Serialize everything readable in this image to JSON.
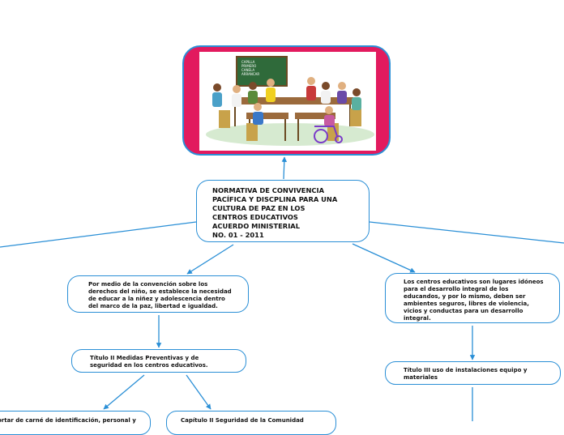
{
  "root": {
    "title": "NORMATIVA DE CONVIVENCIA\nPACÍFICA Y DISCPLINA PARA UNA\nCULTURA DE PAZ EN LOS\nCENTROS EDUCATIVOS\nACUERDO MINISTERIAL\nNO. 01 - 2011"
  },
  "nodes": {
    "left_main": "Por medio de la convención sobre los\nderechos del niño, se establece la necesidad\nde educar a la niñez y adolescencia dentro\ndel marco de la paz, libertad e igualdad.",
    "right_main": "Los centros educativos son lugares idóneos\npara el desarrollo integral de los\neducandos, y por lo mismo, deben ser\nambientes seguros, libres de violencia,\nvicios y conductas para un desarrollo\nintegral.",
    "titulo_ii": "Título II Medidas Preventivas y de\nseguridad en los centros educativos.",
    "titulo_iii": "Título III uso de instalaciones equipo y\nmateriales",
    "portar_carne": "ortar de carné de identificación, personal y",
    "capitulo_ii": "Capítulo II Seguridad de la Comunidad"
  },
  "image": {
    "description_icon": "classroom-illustration",
    "blackboard_lines": [
      "CAPILLA",
      "PRIMERO",
      "CANELA",
      "ARRANCAR"
    ]
  },
  "colors": {
    "accent": "#2a8fd6",
    "card": "#e21a5e"
  }
}
